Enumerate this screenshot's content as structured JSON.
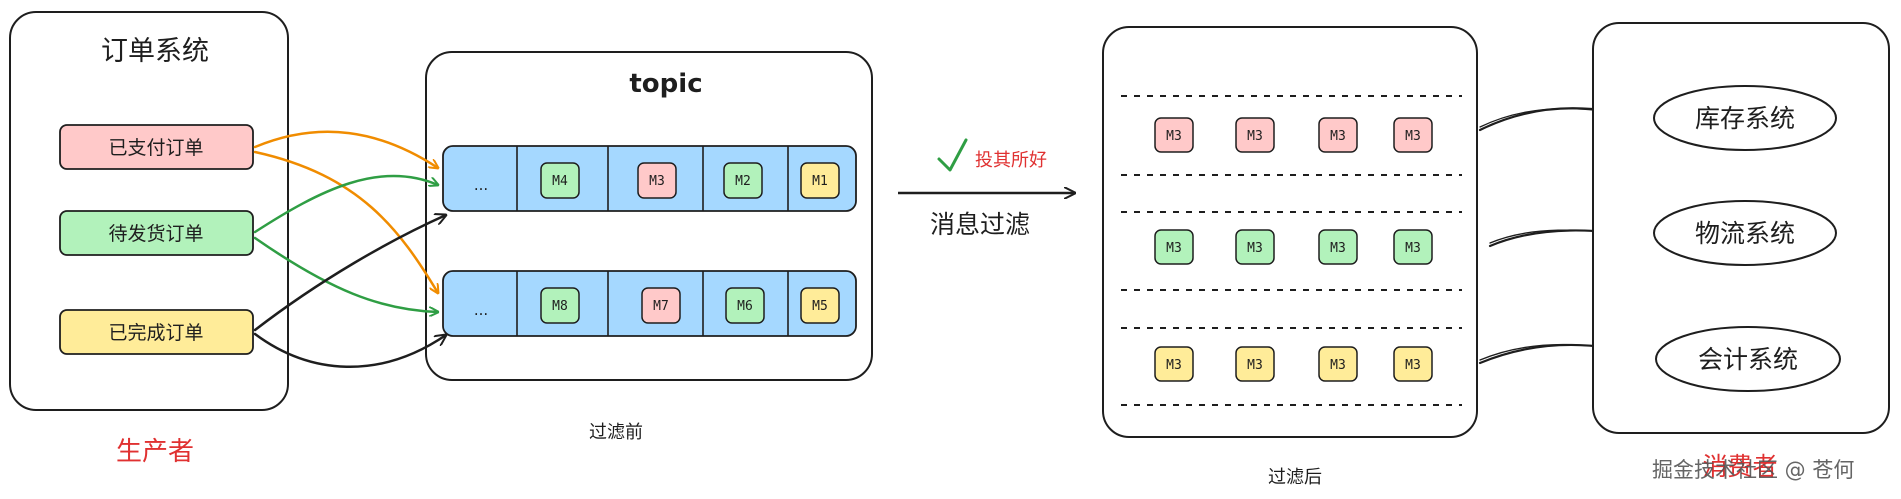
{
  "producer": {
    "title": "订单系统",
    "orders": [
      {
        "label": "已支付订单",
        "color": "#ffc9c9"
      },
      {
        "label": "待发货订单",
        "color": "#b2f2bb"
      },
      {
        "label": "已完成订单",
        "color": "#ffec99"
      }
    ],
    "caption": "生产者"
  },
  "topic": {
    "title": "topic",
    "queue1": {
      "ellipsis": "...",
      "messages": [
        "M4",
        "M3",
        "M2",
        "M1"
      ],
      "colors": [
        "#b2f2bb",
        "#ffc9c9",
        "#b2f2bb",
        "#ffec99"
      ]
    },
    "queue2": {
      "ellipsis": "...",
      "messages": [
        "M8",
        "M7",
        "M6",
        "M5"
      ],
      "colors": [
        "#b2f2bb",
        "#ffc9c9",
        "#b2f2bb",
        "#ffec99"
      ]
    },
    "caption": "过滤前"
  },
  "filter": {
    "note": "投其所好",
    "label": "消息过滤"
  },
  "filtered": {
    "rows": [
      {
        "messages": [
          "M3",
          "M3",
          "M3",
          "M3"
        ],
        "color": "#ffc9c9"
      },
      {
        "messages": [
          "M3",
          "M3",
          "M3",
          "M3"
        ],
        "color": "#b2f2bb"
      },
      {
        "messages": [
          "M3",
          "M3",
          "M3",
          "M3"
        ],
        "color": "#ffec99"
      }
    ],
    "caption": "过滤后"
  },
  "consumers": {
    "systems": [
      "库存系统",
      "物流系统",
      "会计系统"
    ],
    "caption": "消费者"
  },
  "watermark": "掘金技术社区 @ 苍何",
  "colors": {
    "queue_blue": "#a5d8ff",
    "orange": "#f08c00",
    "green": "#2f9e44",
    "black": "#1e1e1e",
    "red": "#e03131"
  }
}
